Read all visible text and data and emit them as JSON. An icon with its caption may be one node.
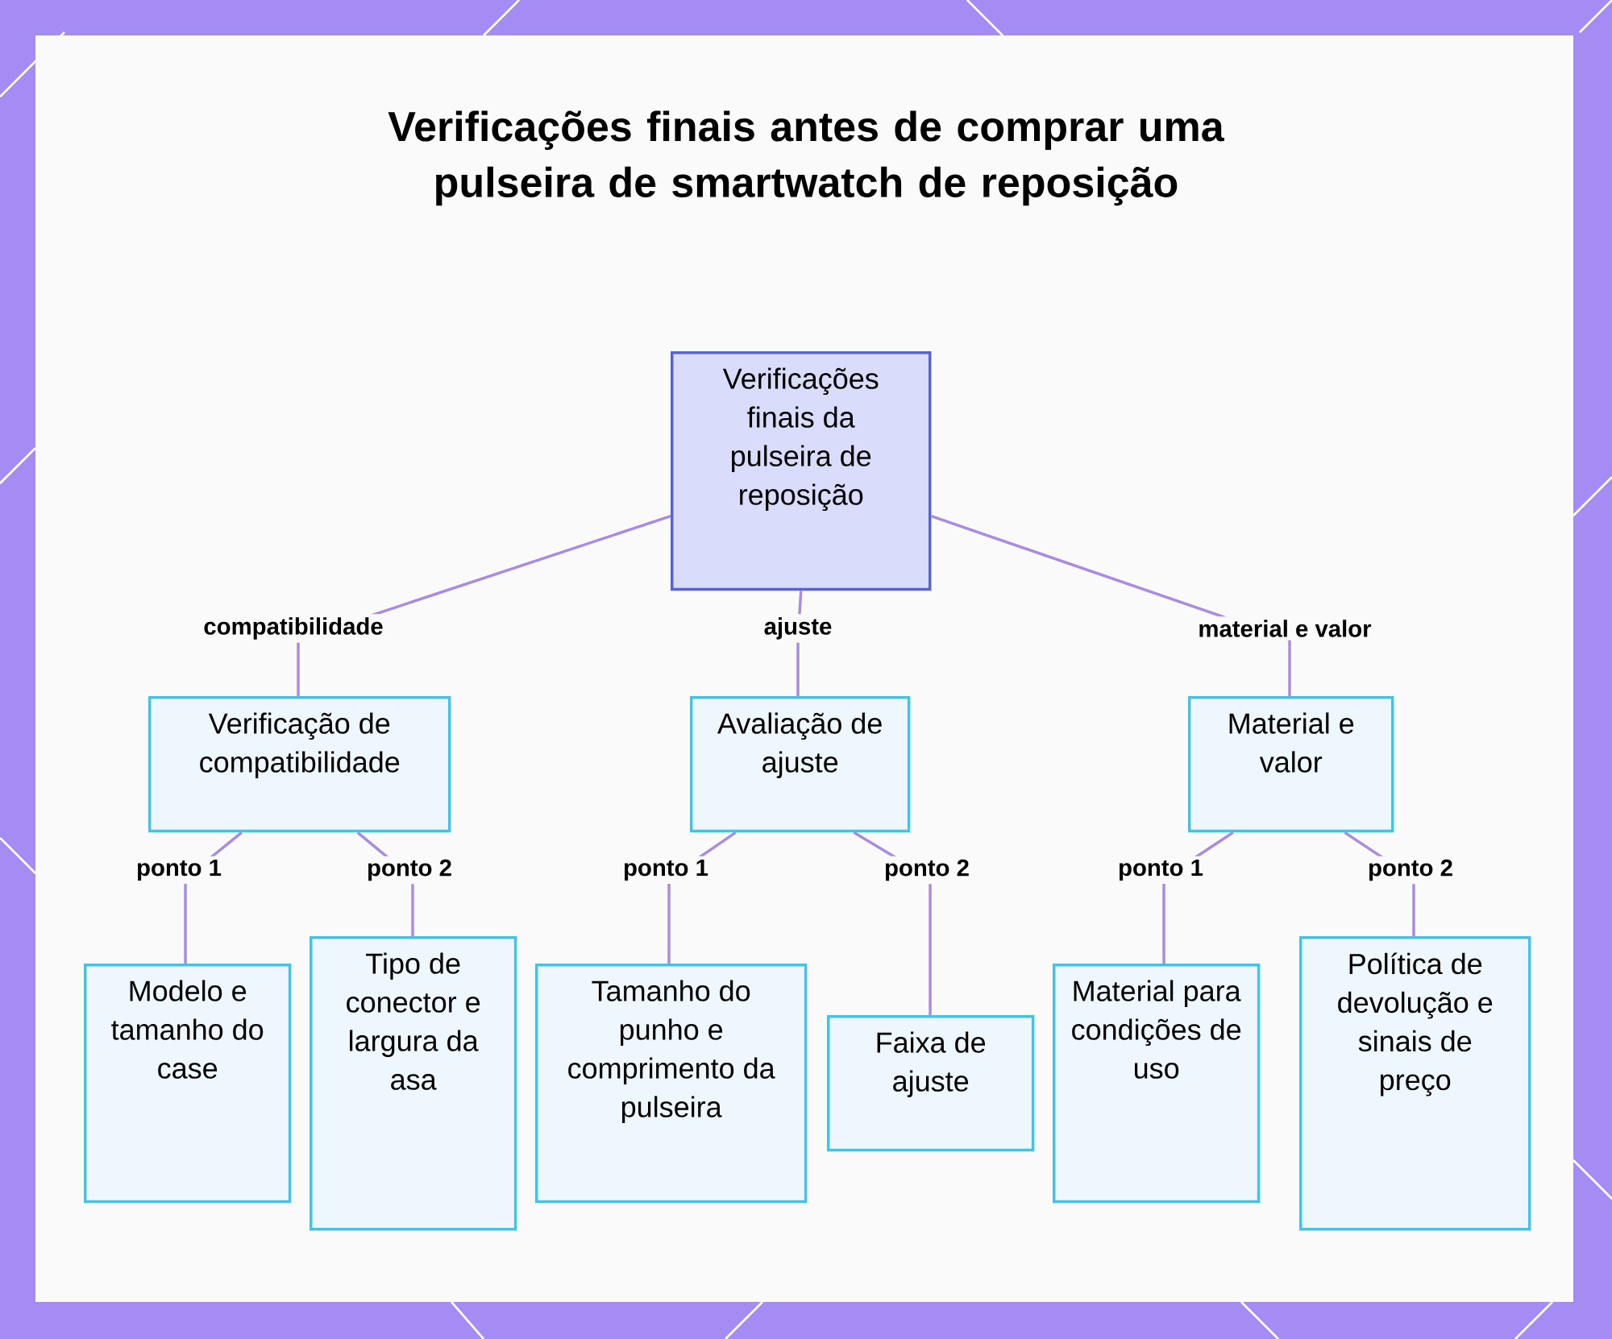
{
  "diagram": {
    "title": "Verificações finais antes de comprar uma pulseira de smartwatch de reposição",
    "nodes": [
      {
        "text": [
          "Verificações finais da pulseira de reposição"
        ]
      },
      {
        "text": [
          "Verificação de compatibilidade"
        ]
      },
      {
        "text": [
          "Avaliação de ajuste"
        ]
      },
      {
        "text": [
          "Material e valor"
        ]
      },
      {
        "text": [
          "Modelo e tamanho do case"
        ]
      },
      {
        "text": [
          "Tipo de conector e largura da asa"
        ]
      },
      {
        "text": [
          "Tamanho do punho e comprimento da pulseira"
        ]
      },
      {
        "text": [
          "Faixa de ajuste"
        ]
      },
      {
        "text": [
          "Material para condições de uso"
        ]
      },
      {
        "text": [
          "Política de devolução e sinais de preço"
        ]
      }
    ],
    "edges": [
      {
        "from": 0,
        "to": 1,
        "arrow": "none",
        "label": "compatibilidade"
      },
      {
        "from": 0,
        "to": 2,
        "arrow": "none",
        "label": "ajuste"
      },
      {
        "from": 0,
        "to": 3,
        "arrow": "none",
        "label": "material e valor"
      },
      {
        "from": 1,
        "to": 4,
        "arrow": "none",
        "label": "ponto 1"
      },
      {
        "from": 1,
        "to": 5,
        "arrow": "none",
        "label": "ponto 2"
      },
      {
        "from": 2,
        "to": 6,
        "arrow": "none",
        "label": "ponto 1"
      },
      {
        "from": 2,
        "to": 7,
        "arrow": "none",
        "label": "ponto 2"
      },
      {
        "from": 3,
        "to": 8,
        "arrow": "none",
        "label": "ponto 1"
      },
      {
        "from": 3,
        "to": 9,
        "arrow": "none",
        "label": "ponto 2"
      }
    ]
  }
}
